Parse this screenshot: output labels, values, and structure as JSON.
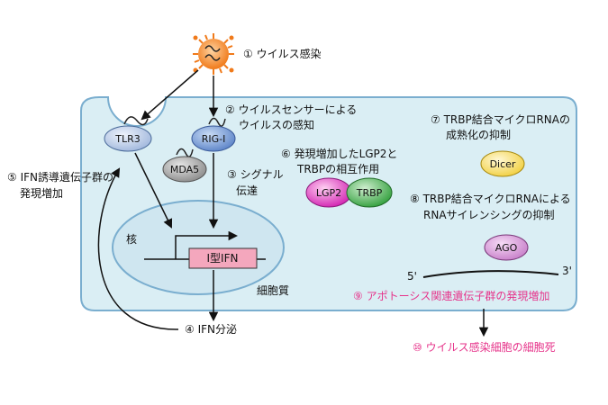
{
  "steps": {
    "s1": "① ウイルス感染",
    "s2_line1": "② ウイルスセンサーによる",
    "s2_line2": "ウイルスの感知",
    "s3_line1": "③ シグナル",
    "s3_line2": "伝達",
    "s4": "④ IFN分泌",
    "s5_line1": "⑤ IFN誘導遺伝子群の",
    "s5_line2": "発現増加",
    "s6_line1": "⑥ 発現増加したLGP2と",
    "s6_line2": "TRBPの相互作用",
    "s7_line1": "⑦ TRBP結合マイクロRNAの",
    "s7_line2": "成熟化の抑制",
    "s8_line1": "⑧ TRBP結合マイクロRNAによる",
    "s8_line2": "RNAサイレンシングの抑制",
    "s9": "⑨ アポトーシス関連遺伝子群の発現増加",
    "s10": "⑩ ウイルス感染細胞の細胞死"
  },
  "molecules": {
    "tlr3": "TLR3",
    "rigi": "RIG-I",
    "mda5": "MDA5",
    "lgp2": "LGP2",
    "trbp": "TRBP",
    "dicer": "Dicer",
    "ago": "AGO",
    "ifn_gene": "I型IFN"
  },
  "labels": {
    "nucleus": "核",
    "cytoplasm": "細胞質",
    "rna_5": "5'",
    "rna_3": "3'"
  },
  "colors": {
    "cell_fill": "#daeef4",
    "cell_stroke": "#7aaecf",
    "highlight_pink": "#e6338a",
    "ifn_box": "#f4a7bd"
  }
}
